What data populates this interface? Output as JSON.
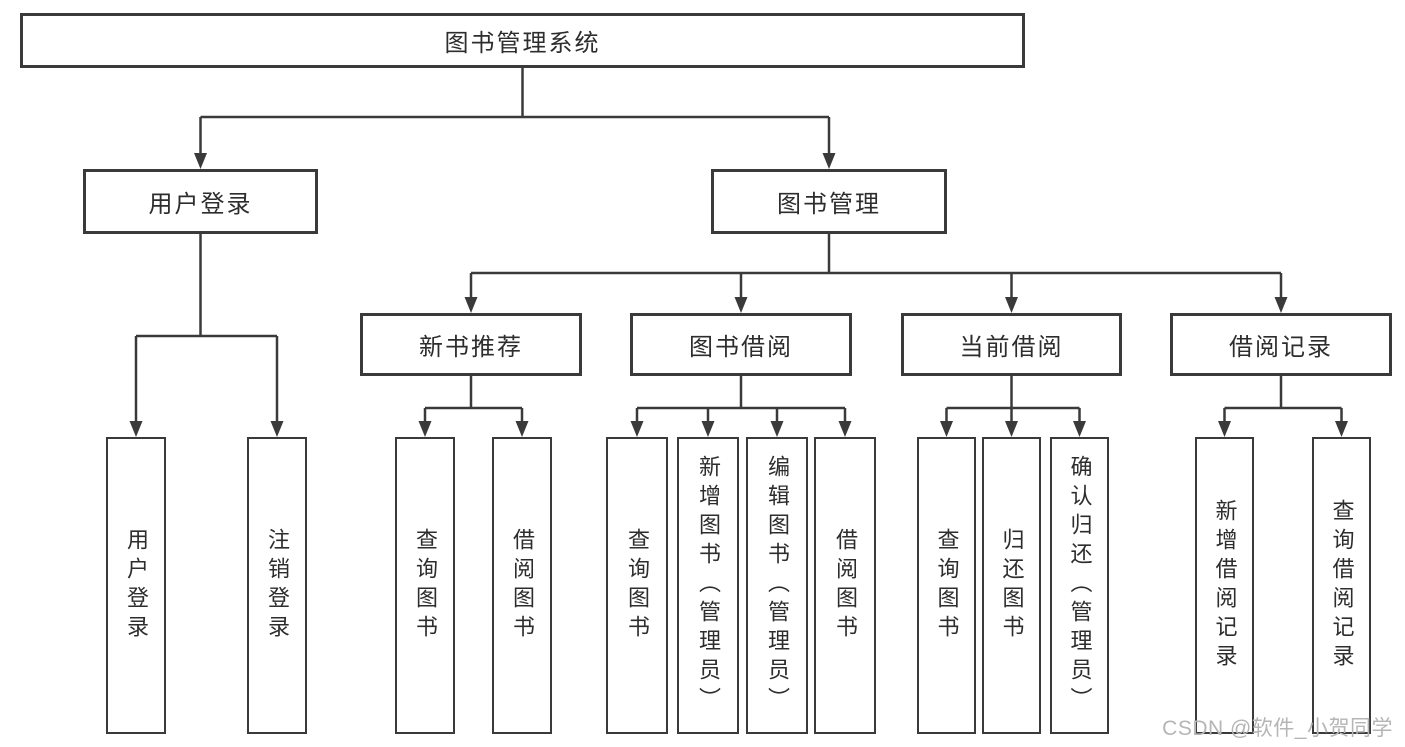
{
  "colors": {
    "background": "#ffffff",
    "line": "#3a3a3a",
    "text": "#2d2d2d",
    "watermark": "#b5b5b5"
  },
  "diagram": {
    "root": {
      "label": "图书管理系统"
    },
    "branches": [
      {
        "label": "用户登录",
        "children": [
          "用户登录",
          "注销登录"
        ]
      },
      {
        "label": "图书管理",
        "children": [
          {
            "label": "新书推荐",
            "children": [
              "查询图书",
              "借阅图书"
            ]
          },
          {
            "label": "图书借阅",
            "children": [
              "查询图书",
              "新增图书（管理员）",
              "编辑图书（管理员）",
              "借阅图书"
            ]
          },
          {
            "label": "当前借阅",
            "children": [
              "查询图书",
              "归还图书",
              "确认归还（管理员）"
            ]
          },
          {
            "label": "借阅记录",
            "children": [
              "新增借阅记录",
              "查询借阅记录"
            ]
          }
        ]
      }
    ]
  },
  "watermark": {
    "text": "CSDN @软件_小贺同学"
  }
}
